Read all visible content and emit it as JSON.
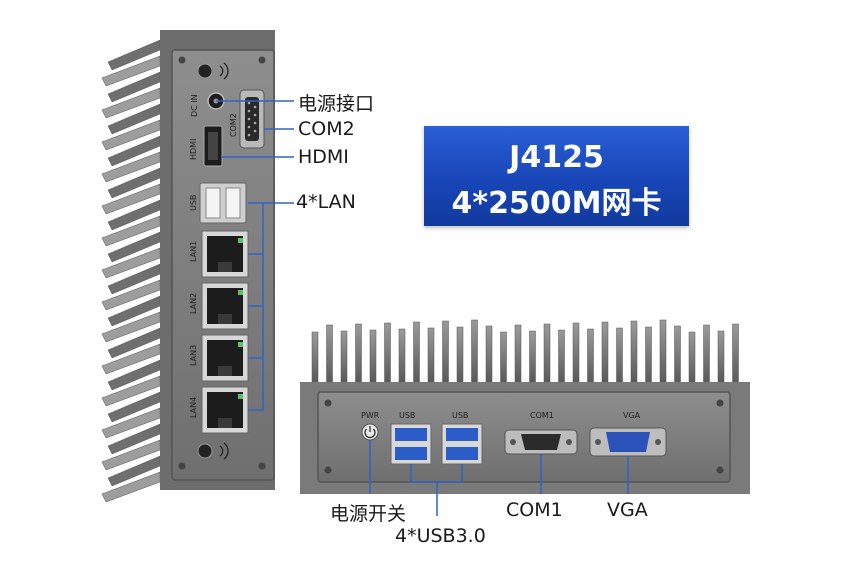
{
  "badge": {
    "line1": "J4125",
    "line2": "4*2500M网卡"
  },
  "callouts": {
    "dc_in": "电源接口",
    "com2": "COM2",
    "hdmi": "HDMI",
    "lan": "4*LAN",
    "power_switch": "电源开关",
    "usb": "4*USB3.0",
    "com1": "COM1",
    "vga": "VGA"
  },
  "side_panel_text": {
    "dc_in": "DC IN",
    "com2": "COM2",
    "hdmi": "HDMI",
    "usb": "USB",
    "lan1": "LAN1",
    "lan2": "LAN2",
    "lan3": "LAN3",
    "lan4": "LAN4"
  },
  "front_panel_text": {
    "pwr": "PWR",
    "usb_a": "USB",
    "usb_b": "USB",
    "com1": "COM1",
    "vga": "VGA"
  },
  "colors": {
    "accent_blue": "#1846b8",
    "usb_blue": "#2b5cc8",
    "vga_blue": "#2a52b8",
    "leader_line": "#2f63c9"
  }
}
